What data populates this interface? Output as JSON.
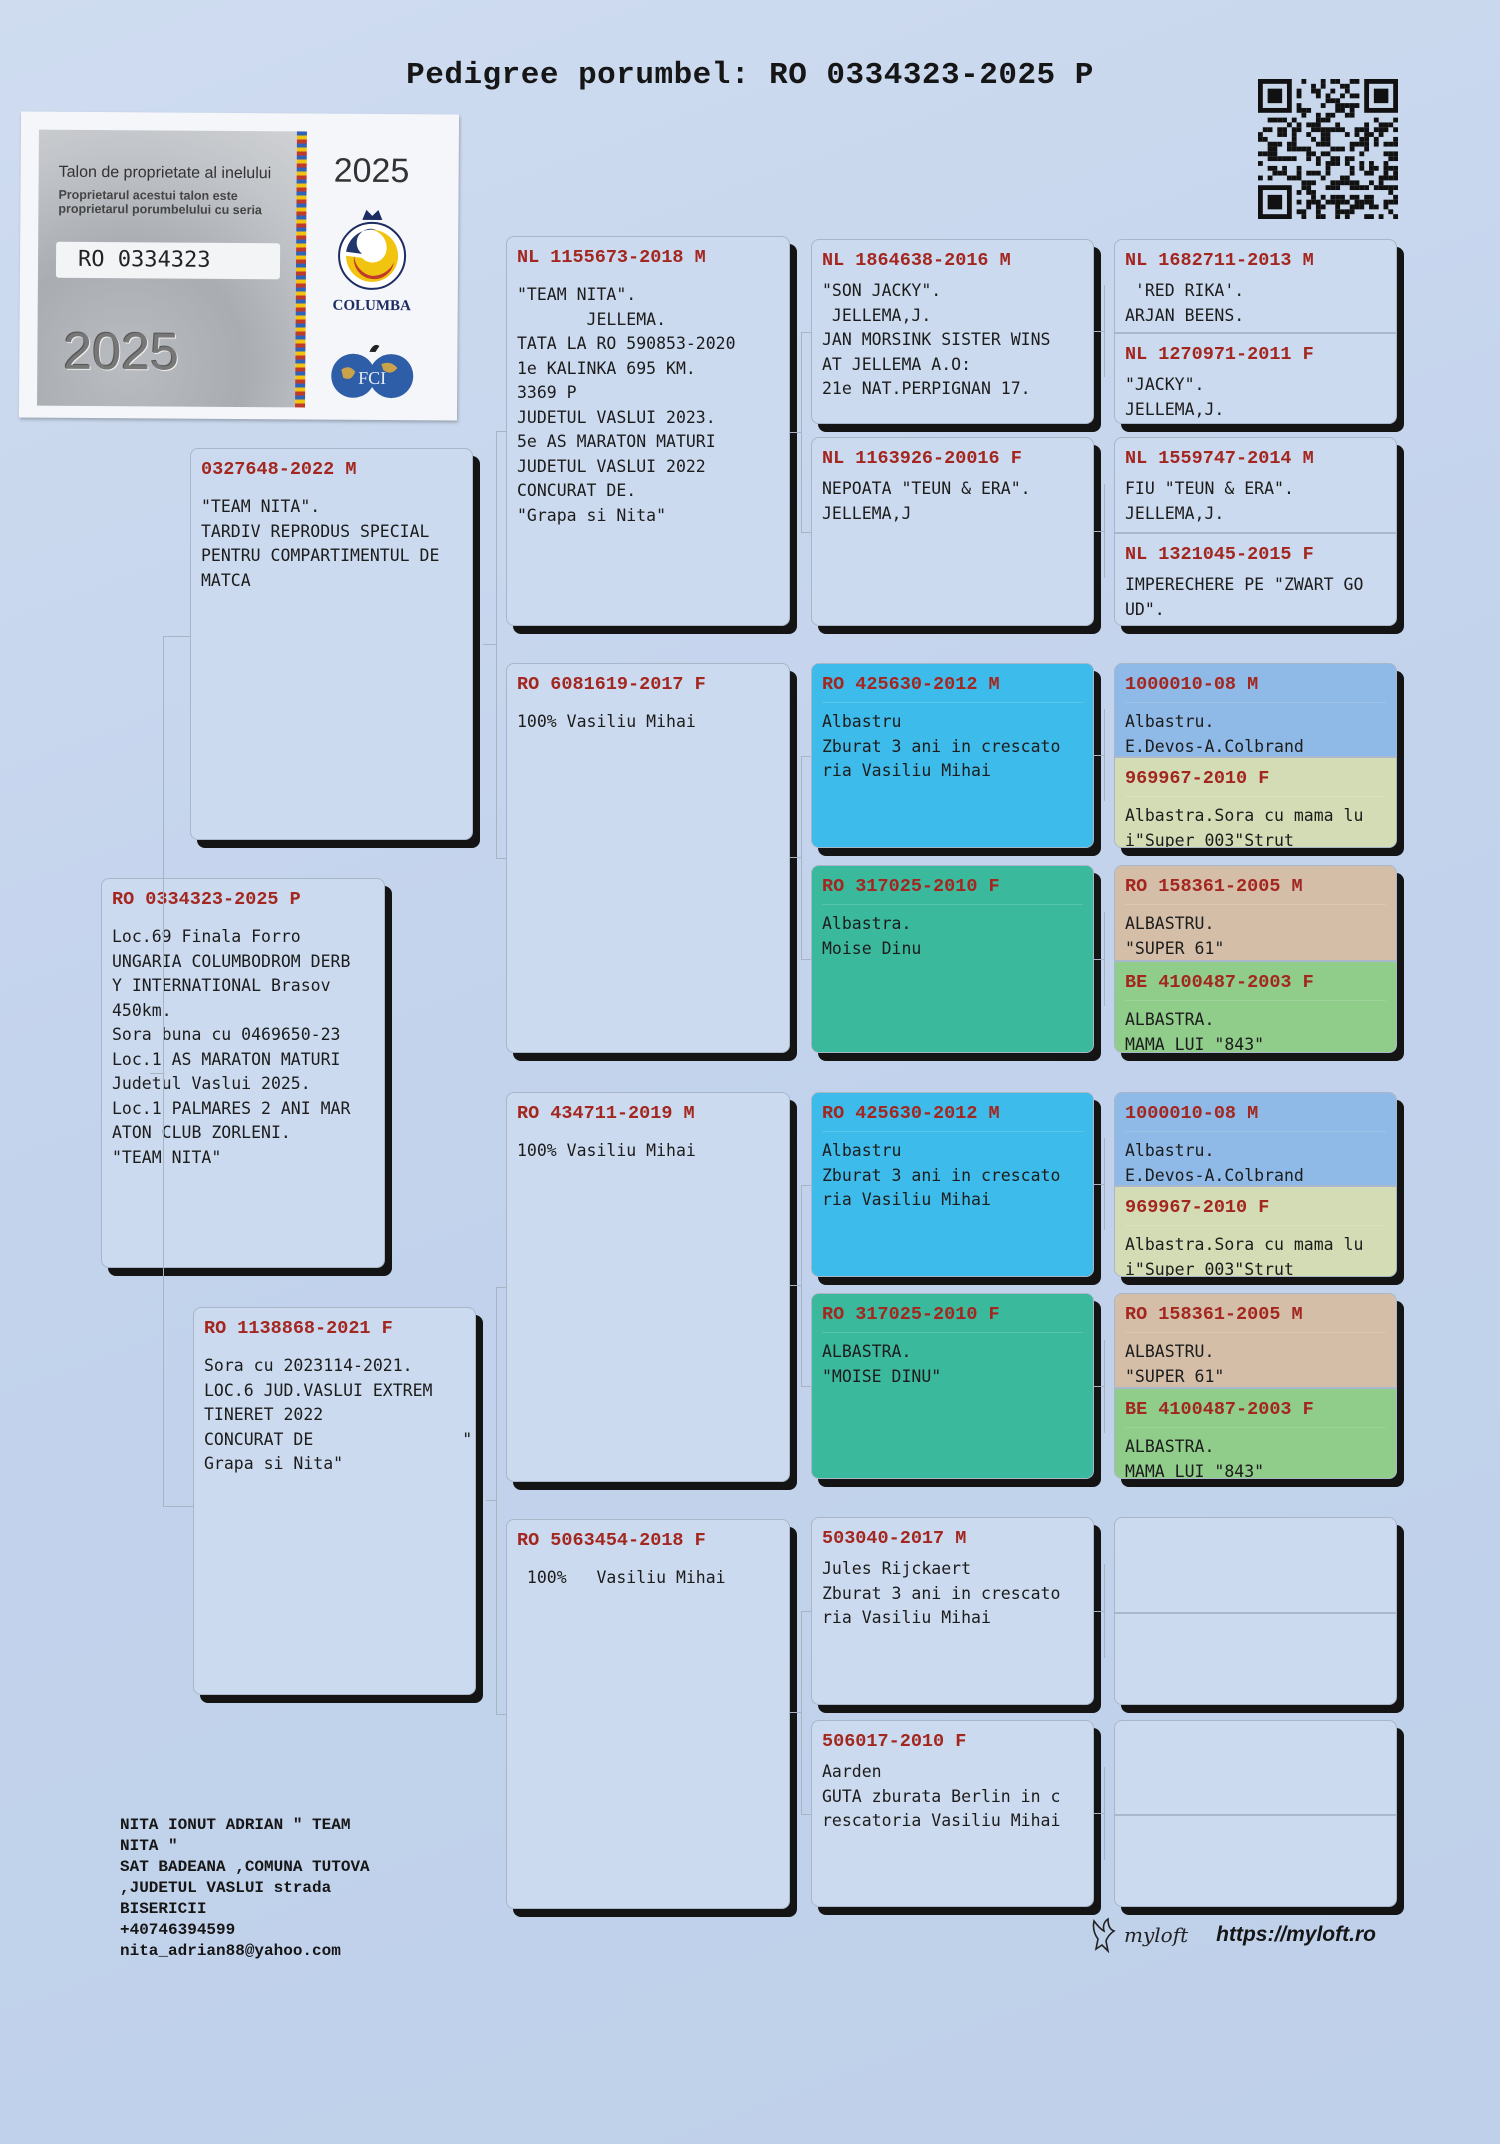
{
  "title": "Pedigree porumbel: RO 0334323-2025 P",
  "ticket": {
    "heading": "Talon de proprietate al inelului",
    "subtext": "Proprietarul acestui talon este proprietarul porumbelului cu seria",
    "ring_number": "RO 0334323",
    "year_large": "2025",
    "year_small": "2025",
    "org_name": "COLUMBA",
    "fci_logo_text": "FCI"
  },
  "subject": {
    "ring": "RO 0334323-2025 P",
    "notes": [
      "Loc.69 Finala Forro",
      "UNGARIA COLUMBODROM DERB",
      "Y INTERNATIONAL Brasov",
      "450km.",
      "Sora buna cu 0469650-23",
      "Loc.1 AS MARATON MATURI",
      "Judetul Vaslui 2025.",
      "Loc.1 PALMARES 2 ANI MAR",
      "ATON CLUB ZORLENI.",
      "\"TEAM NITA\""
    ]
  },
  "sire": {
    "ring": "0327648-2022 M",
    "notes": [
      "\"TEAM NITA\".",
      "TARDIV REPRODUS SPECIAL",
      "PENTRU COMPARTIMENTUL DE",
      "MATCA"
    ]
  },
  "dam": {
    "ring": "RO 1138868-2021 F",
    "notes": [
      "Sora cu 2023114-2021.",
      "LOC.6 JUD.VASLUI EXTREM",
      "TINERET 2022",
      "CONCURAT DE               \"",
      "Grapa si Nita\""
    ]
  },
  "gen3": [
    {
      "ring": "NL 1155673-2018 M",
      "notes": [
        "\"TEAM NITA\".",
        "       JELLEMA.",
        "TATA LA RO 590853-2020",
        "1e KALINKA 695 KM.",
        "3369 P",
        "JUDETUL VASLUI 2023.",
        "5e AS MARATON MATURI",
        "JUDETUL VASLUI 2022",
        "CONCURAT DE.",
        "\"Grapa si Nita\""
      ]
    },
    {
      "ring": "RO 6081619-2017 F",
      "notes": [
        "100% Vasiliu Mihai"
      ]
    },
    {
      "ring": "RO 434711-2019 M",
      "notes": [
        "100% Vasiliu Mihai"
      ]
    },
    {
      "ring": "RO 5063454-2018 F",
      "notes": [
        " 100%   Vasiliu Mihai"
      ]
    }
  ],
  "gen4": [
    {
      "ring": "NL 1864638-2016 M",
      "notes": [
        "\"SON JACKY\".",
        " JELLEMA,J.",
        "JAN MORSINK SISTER WINS",
        "AT JELLEMA A.O:",
        "21e NAT.PERPIGNAN 17."
      ]
    },
    {
      "ring": "NL 1163926-20016 F",
      "notes": [
        "NEPOATA \"TEUN & ERA\".",
        "JELLEMA,J"
      ]
    },
    {
      "ring": "RO 425630-2012 M",
      "notes": [
        "Albastru",
        "Zburat 3 ani in crescato",
        "ria Vasiliu Mihai"
      ],
      "color": "#3dbbea"
    },
    {
      "ring": "RO 317025-2010 F",
      "notes": [
        "Albastra.",
        "Moise Dinu"
      ],
      "color": "#3bb99d"
    },
    {
      "ring": "RO 425630-2012 M",
      "notes": [
        "Albastru",
        "Zburat 3 ani in crescato",
        "ria Vasiliu Mihai"
      ],
      "color": "#3dbbea"
    },
    {
      "ring": "RO 317025-2010 F",
      "notes": [
        "ALBASTRA.",
        "\"MOISE DINU\""
      ],
      "color": "#3bb99d"
    },
    {
      "ring": "503040-2017 M",
      "notes": [
        "Jules Rijckaert",
        "Zburat 3 ani in crescato",
        "ria Vasiliu Mihai"
      ]
    },
    {
      "ring": "506017-2010 F",
      "notes": [
        "Aarden",
        "GUTA zburata Berlin in c",
        "rescatoria Vasiliu Mihai"
      ]
    }
  ],
  "gen5": [
    {
      "ring": "NL 1682711-2013 M",
      "notes": [
        " 'RED RIKA'.",
        "ARJAN BEENS."
      ]
    },
    {
      "ring": "NL 1270971-2011 F",
      "notes": [
        "\"JACKY\".",
        "JELLEMA,J."
      ]
    },
    {
      "ring": "NL 1559747-2014 M",
      "notes": [
        "FIU \"TEUN & ERA\".",
        "JELLEMA,J."
      ]
    },
    {
      "ring": "NL 1321045-2015 F",
      "notes": [
        "IMPERECHERE PE \"ZWART GO",
        "UD\"."
      ]
    },
    {
      "ring": "1000010-08 M",
      "notes": [
        "Albastru.",
        "E.Devos-A.Colbrand"
      ],
      "color": "#8fb9e6"
    },
    {
      "ring": "969967-2010 F",
      "notes": [
        "Albastra.Sora cu mama lu",
        "i\"Super 003\"Strut"
      ],
      "color": "#d3dcb5"
    },
    {
      "ring": "RO 158361-2005 M",
      "notes": [
        "ALBASTRU.",
        "\"SUPER 61\""
      ],
      "color": "#d4bea8"
    },
    {
      "ring": "BE 4100487-2003 F",
      "notes": [
        "ALBASTRA.",
        "MAMA LUI \"843\""
      ],
      "color": "#90cc8a"
    },
    {
      "ring": "1000010-08 M",
      "notes": [
        "Albastru.",
        "E.Devos-A.Colbrand"
      ],
      "color": "#8fb9e6"
    },
    {
      "ring": "969967-2010 F",
      "notes": [
        "Albastra.Sora cu mama lu",
        "i\"Super 003\"Strut"
      ],
      "color": "#d3dcb5"
    },
    {
      "ring": "RO 158361-2005 M",
      "notes": [
        "ALBASTRU.",
        "\"SUPER 61\""
      ],
      "color": "#d4bea8"
    },
    {
      "ring": "BE 4100487-2003 F",
      "notes": [
        "ALBASTRA.",
        "MAMA LUI \"843\""
      ],
      "color": "#90cc8a"
    },
    {
      "ring": "",
      "notes": []
    },
    {
      "ring": "",
      "notes": []
    },
    {
      "ring": "",
      "notes": []
    },
    {
      "ring": "",
      "notes": []
    }
  ],
  "footer": {
    "address": "NITA IONUT ADRIAN \" TEAM\nNITA \"\nSAT BADEANA ,COMUNA TUTOVA\n,JUDETUL VASLUI strada\nBISERICII\n+40746394599\nnita_adrian88@yahoo.com",
    "brand_name": "myloft",
    "brand_url": "https://myloft.ro"
  },
  "icons": {
    "qr": "qr-code-icon",
    "emblem": "columba-emblem-icon",
    "fci": "fci-globe-icon",
    "brand": "eagle-logo-icon"
  }
}
